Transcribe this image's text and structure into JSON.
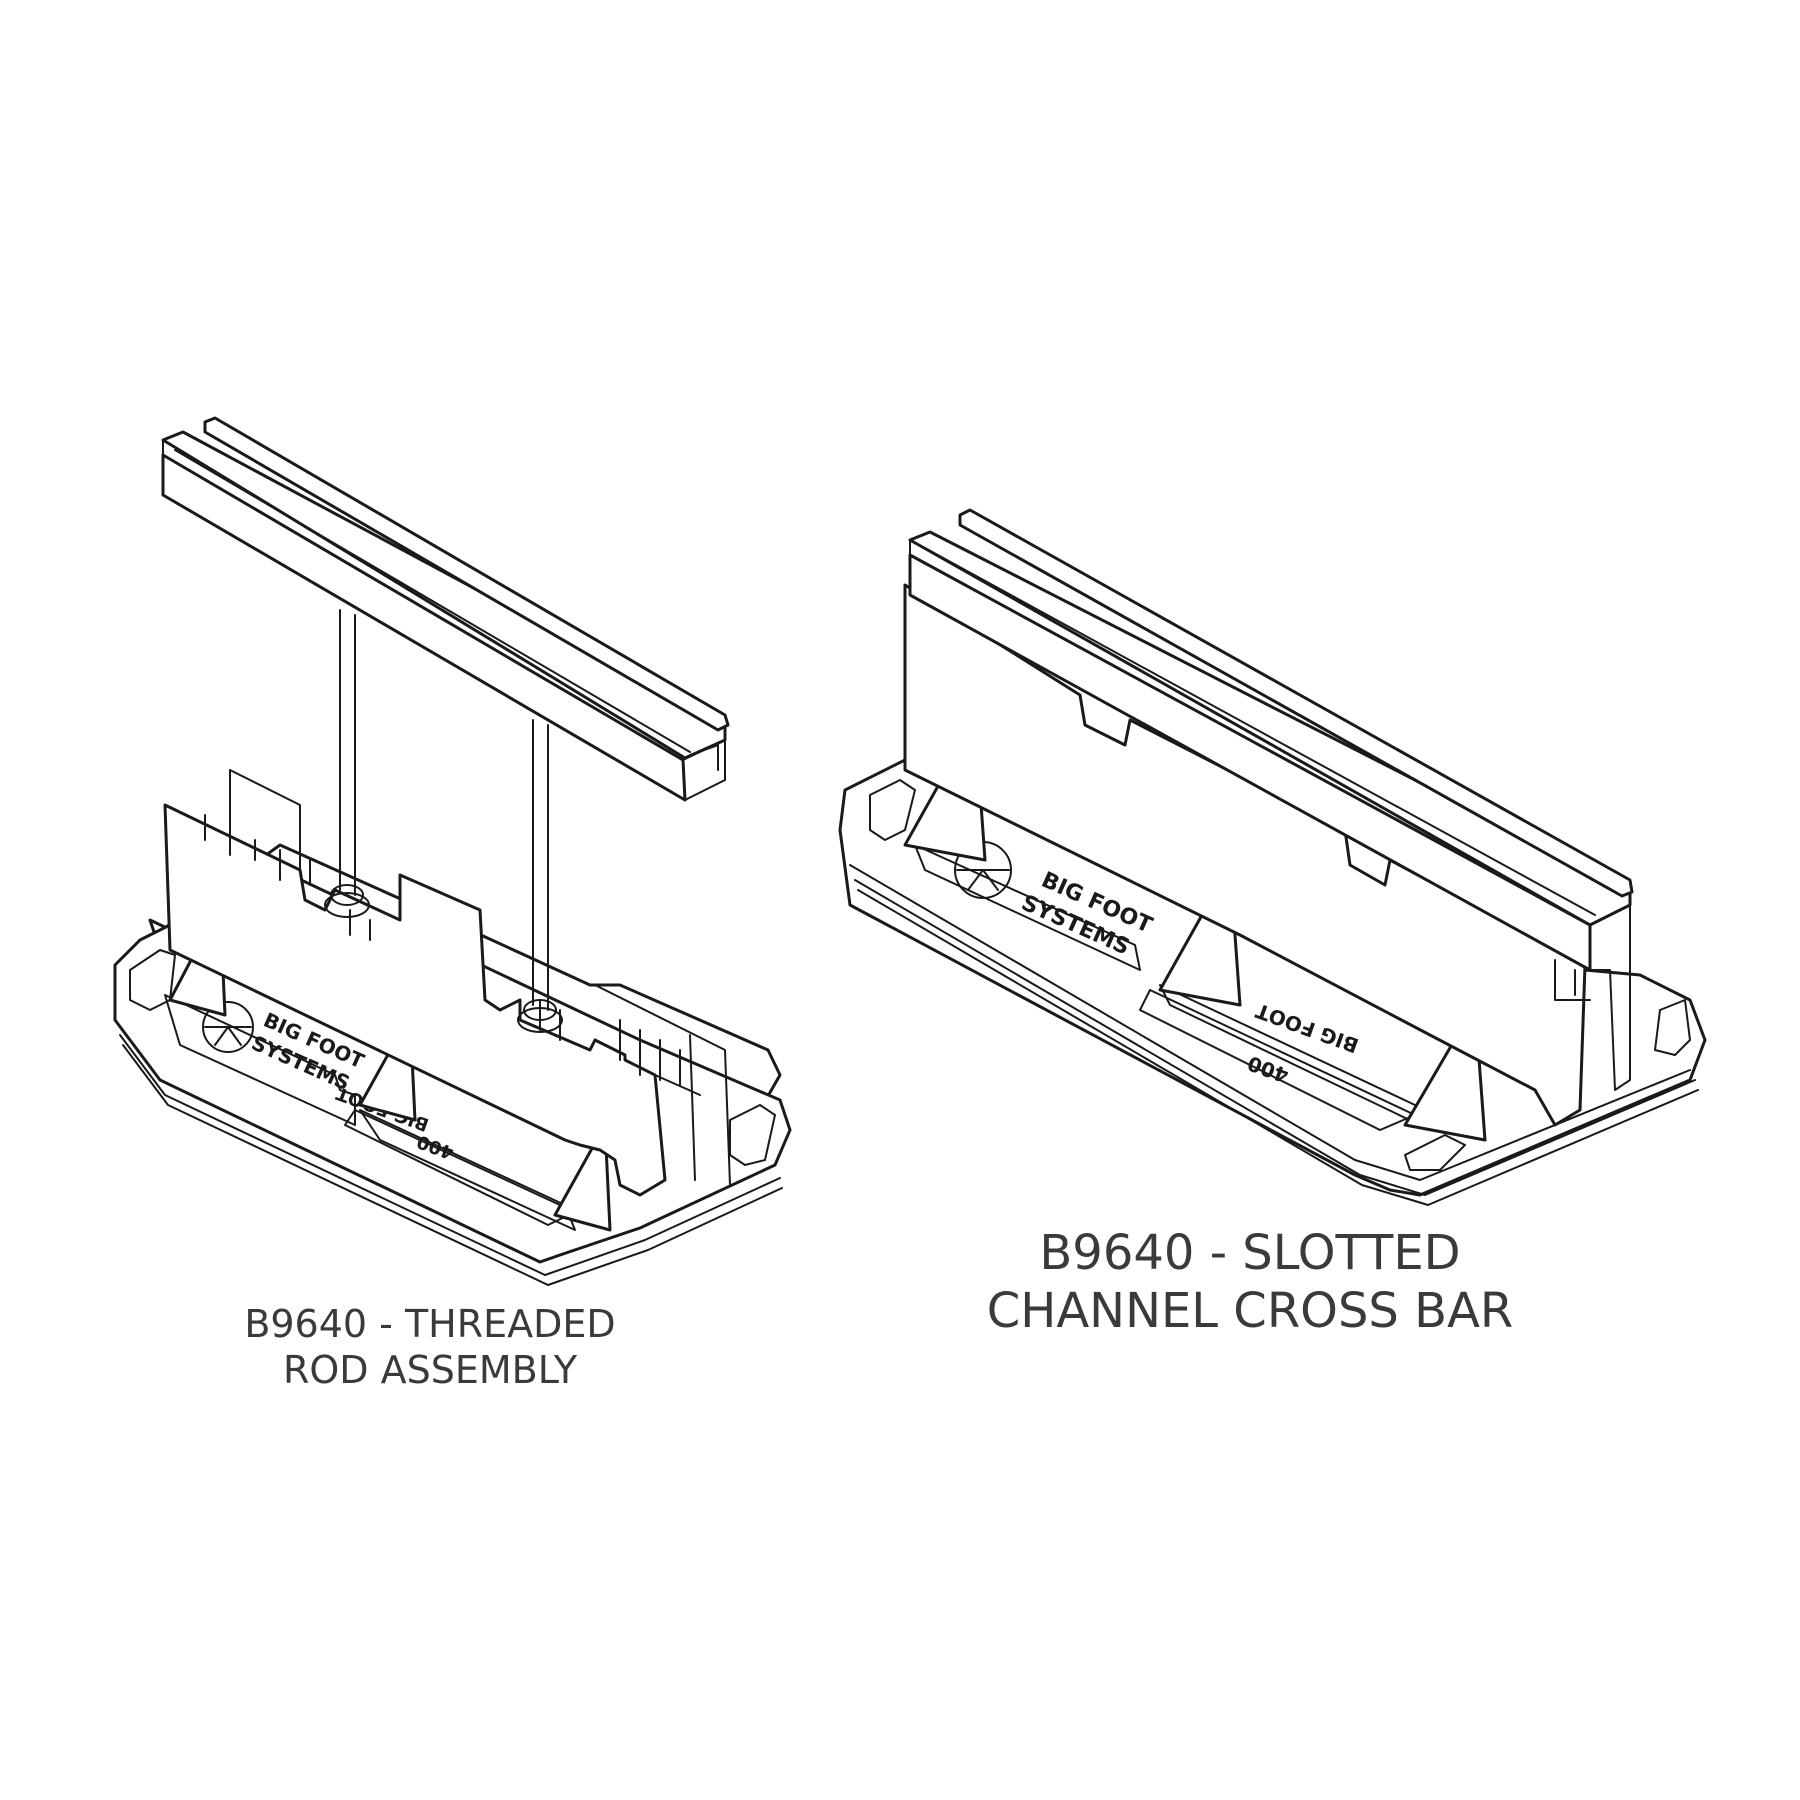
{
  "figures": [
    {
      "id": "threaded-rod-assembly",
      "caption_lines": [
        "B9640 - THREADED",
        "ROD ASSEMBLY"
      ],
      "base_branding": [
        "BIG FOOT",
        "SYSTEMS"
      ],
      "base_model": [
        "BIG FOOT",
        "400"
      ]
    },
    {
      "id": "slotted-channel-cross-bar",
      "caption_lines": [
        "B9640 - SLOTTED",
        "CHANNEL CROSS BAR"
      ],
      "base_branding": [
        "BIG FOOT",
        "SYSTEMS"
      ],
      "base_model": [
        "BIG FOOT",
        "400"
      ]
    }
  ],
  "colors": {
    "line": "#1a1a1a",
    "caption": "#3a3a3a",
    "background": "#ffffff"
  }
}
